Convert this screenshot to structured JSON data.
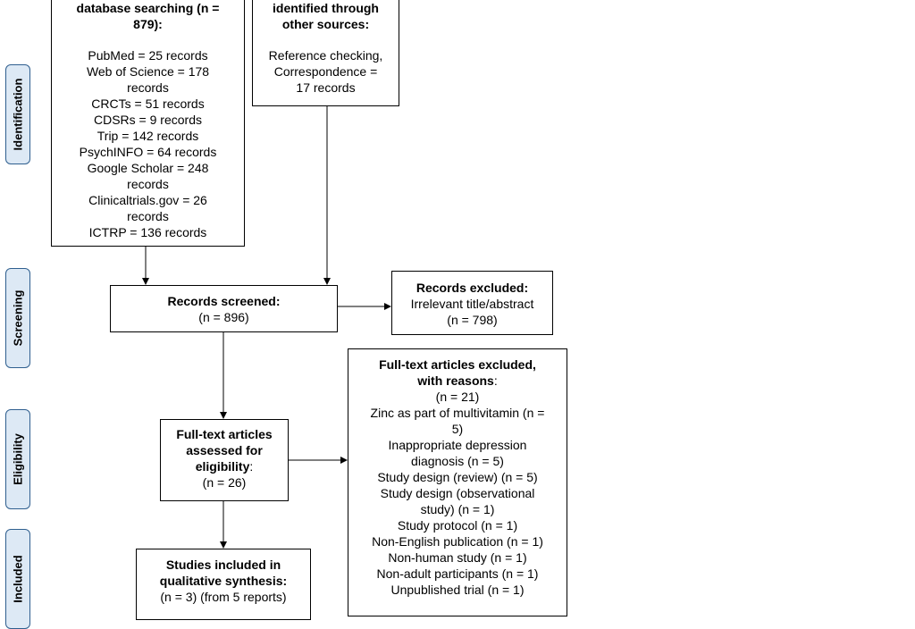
{
  "phases": {
    "identification": "Identification",
    "screening": "Screening",
    "eligibility": "Eligibility",
    "included": "Included"
  },
  "db_box": {
    "title_line1": "database searching (n =",
    "title_line2": "879):",
    "lines": [
      "PubMed = 25 records",
      "Web of Science = 178",
      "records",
      "CRCTs = 51 records",
      "CDSRs = 9 records",
      "Trip = 142 records",
      "PsychINFO = 64 records",
      "Google Scholar = 248",
      "records",
      "Clinicaltrials.gov = 26",
      "records",
      "ICTRP = 136 records"
    ]
  },
  "other_box": {
    "title_line1": "identified through",
    "title_line2": "other sources:",
    "lines": [
      "Reference checking,",
      "Correspondence =",
      "17 records"
    ]
  },
  "screened_box": {
    "title": "Records screened:",
    "count": "(n = 896)"
  },
  "excluded_box": {
    "title": "Records excluded:",
    "reason": "Irrelevant title/abstract",
    "count": "(n = 798)"
  },
  "fulltext_box": {
    "title_line1": "Full-text articles",
    "title_line2": "assessed for",
    "title_line3": "eligibility",
    "title_suffix": ":",
    "count": "(n = 26)"
  },
  "fulltext_excluded_box": {
    "title_line1": "Full-text articles excluded,",
    "title_line2": "with reasons",
    "title_suffix": ":",
    "lines": [
      "(n = 21)",
      "Zinc as part of multivitamin (n =",
      "5)",
      "Inappropriate depression",
      "diagnosis (n = 5)",
      "Study design (review) (n = 5)",
      "Study design (observational",
      "study) (n = 1)",
      "Study protocol (n = 1)",
      "Non-English publication (n = 1)",
      "Non-human study (n = 1)",
      "Non-adult participants (n = 1)",
      "Unpublished trial (n = 1)"
    ]
  },
  "included_box": {
    "title_line1": "Studies included in",
    "title_line2": "qualitative synthesis:",
    "count": "(n = 3) (from 5 reports)"
  }
}
